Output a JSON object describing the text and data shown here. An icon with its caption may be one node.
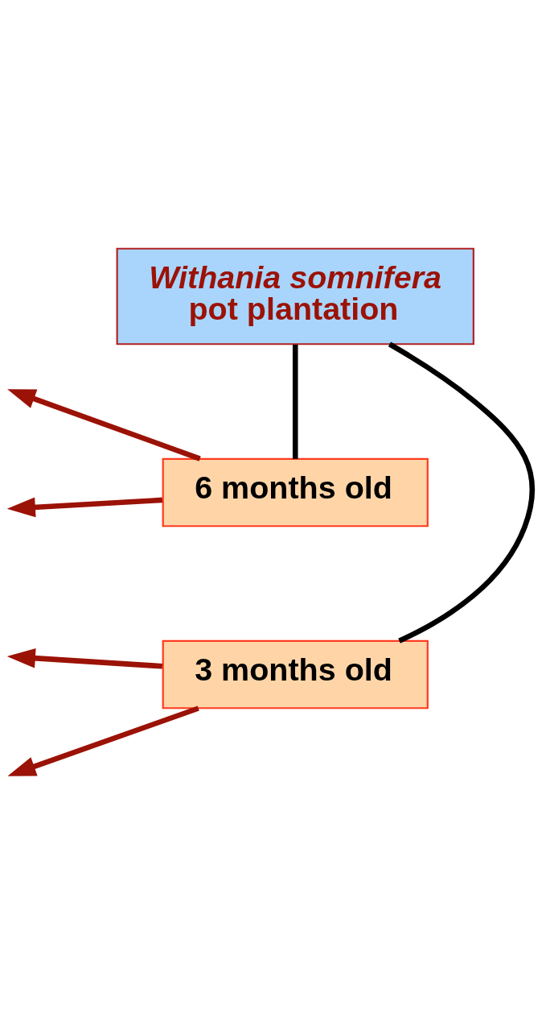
{
  "diagram": {
    "nodes": [
      {
        "text": [
          "3 months old"
        ]
      },
      {
        "text": [
          "Withania somnifera",
          "pot plantation"
        ]
      },
      {
        "text": [
          "6 months old"
        ]
      }
    ],
    "edges": [
      {
        "from": 1,
        "to": 0,
        "arrow": "none",
        "color": "#000000"
      },
      {
        "from": 1,
        "to": 2,
        "arrow": "none",
        "color": "#000000"
      },
      {
        "from": 0,
        "to": null,
        "arrow": "to"
      },
      {
        "from": 0,
        "to": null,
        "arrow": "to"
      },
      {
        "from": 2,
        "to": null,
        "arrow": "to"
      },
      {
        "from": 2,
        "to": null,
        "arrow": "to"
      }
    ]
  }
}
